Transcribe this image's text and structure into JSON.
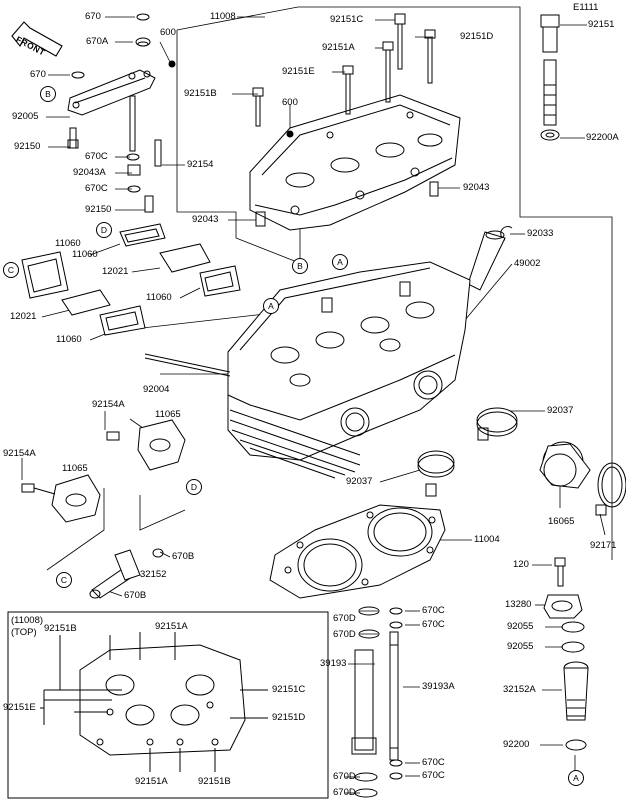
{
  "diagram": {
    "ref_code": "E1111",
    "front_label": "FRONT",
    "inset": {
      "ref": "(11008)",
      "view": "(TOP)"
    },
    "callouts": [
      "A",
      "A",
      "A",
      "A",
      "B",
      "B",
      "C",
      "C",
      "D",
      "D"
    ],
    "part_labels": [
      "670",
      "670A",
      "600",
      "670",
      "92005",
      "92150",
      "670C",
      "92043A",
      "670C",
      "92150",
      "92154",
      "11008",
      "92151C",
      "92151A",
      "92151D",
      "92151E",
      "92151B",
      "600",
      "92043",
      "92043",
      "92151",
      "92200A",
      "92033",
      "49002",
      "11060",
      "11060",
      "12021",
      "11060",
      "12021",
      "11060",
      "92004",
      "92154A",
      "11065",
      "92154A",
      "11065",
      "92037",
      "92037",
      "16065",
      "92171",
      "670B",
      "32152",
      "670B",
      "11004",
      "670D",
      "670D",
      "670C",
      "670C",
      "39193",
      "39193A",
      "670D",
      "670D",
      "670C",
      "670C",
      "120",
      "13280",
      "92055",
      "92055",
      "32152A",
      "92200",
      "92151B",
      "92151A",
      "92151C",
      "92151E",
      "92151D",
      "92151A",
      "92151B"
    ]
  }
}
